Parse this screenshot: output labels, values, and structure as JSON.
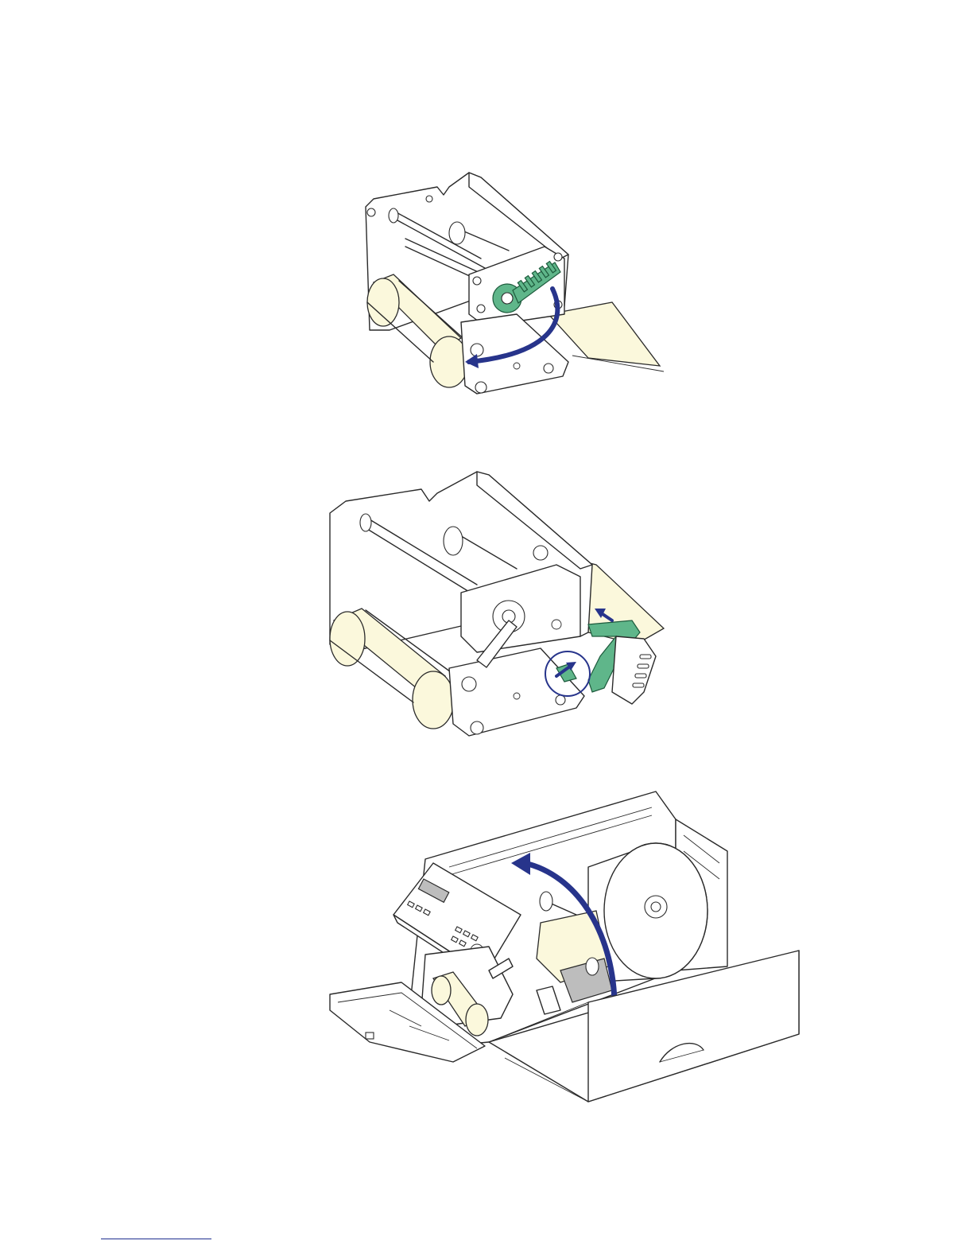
{
  "page": {
    "figures": [
      {
        "id": "figure-1",
        "icon": "printhead-lever-rotate-illustration"
      },
      {
        "id": "figure-2",
        "icon": "label-guide-adjust-illustration"
      },
      {
        "id": "figure-3",
        "icon": "printer-cover-open-illustration"
      }
    ],
    "colors": {
      "arrow": "#27348b",
      "highlight": "#5fb68a",
      "label_media": "#fbf8dc",
      "line": "#2a2a2a",
      "footer_rule": "#1f2f8f"
    }
  }
}
